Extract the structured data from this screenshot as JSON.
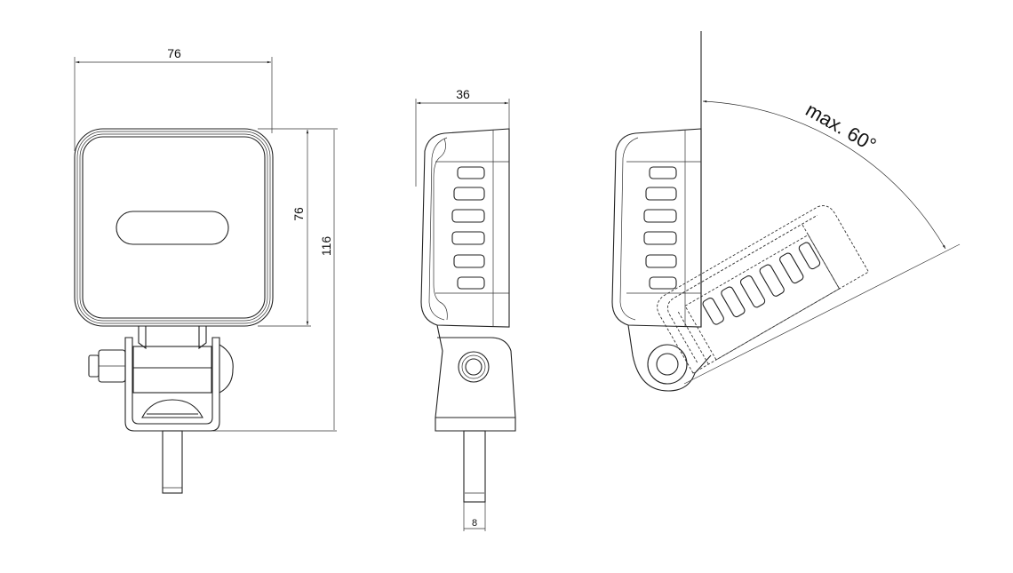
{
  "drawing": {
    "front_view": {
      "width_label": "76",
      "height_label": "76",
      "total_height_label": "116"
    },
    "side_view": {
      "depth_label": "36",
      "bolt_diameter_label": "8"
    },
    "tilt_view": {
      "angle_label": "max. 60°"
    }
  }
}
